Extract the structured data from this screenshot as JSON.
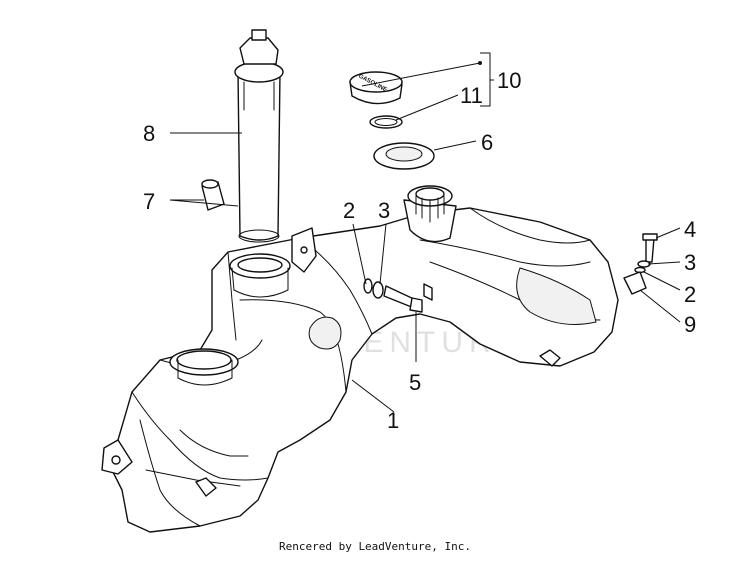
{
  "callouts": [
    {
      "id": "1",
      "label": "1"
    },
    {
      "id": "2a",
      "label": "2"
    },
    {
      "id": "2b",
      "label": "2"
    },
    {
      "id": "3a",
      "label": "3"
    },
    {
      "id": "3b",
      "label": "3"
    },
    {
      "id": "4",
      "label": "4"
    },
    {
      "id": "5",
      "label": "5"
    },
    {
      "id": "6",
      "label": "6"
    },
    {
      "id": "7",
      "label": "7"
    },
    {
      "id": "8",
      "label": "8"
    },
    {
      "id": "9",
      "label": "9"
    },
    {
      "id": "10",
      "label": "10"
    },
    {
      "id": "11",
      "label": "11"
    }
  ],
  "cap_text": "GASOLINE",
  "watermark": "LEADVENTURE",
  "credit": "Rencered by LeadVenture, Inc."
}
